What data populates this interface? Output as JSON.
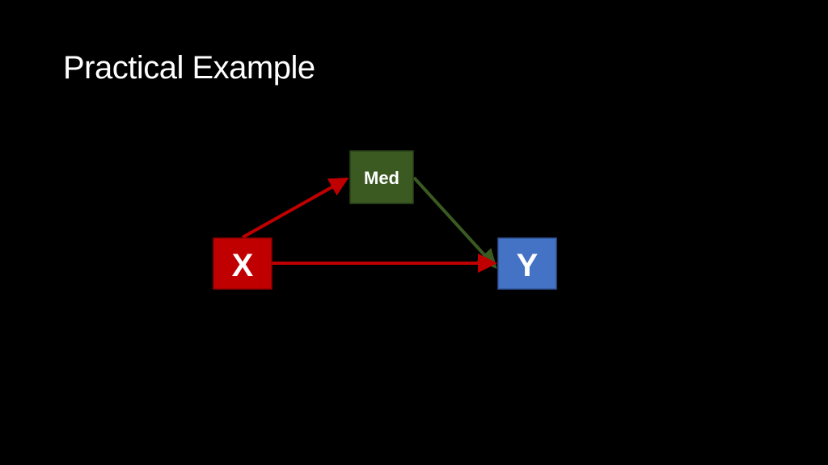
{
  "slide": {
    "title": "Practical Example"
  },
  "diagram": {
    "nodes": {
      "med": {
        "label": "Med",
        "color": "#3a5a22"
      },
      "x": {
        "label": "X",
        "color": "#c00000"
      },
      "y": {
        "label": "Y",
        "color": "#4472c4"
      }
    },
    "edges": [
      {
        "from": "x",
        "to": "med",
        "color": "#c00000"
      },
      {
        "from": "med",
        "to": "y",
        "color": "#3a5a22"
      },
      {
        "from": "x",
        "to": "y",
        "color": "#c00000"
      }
    ]
  }
}
